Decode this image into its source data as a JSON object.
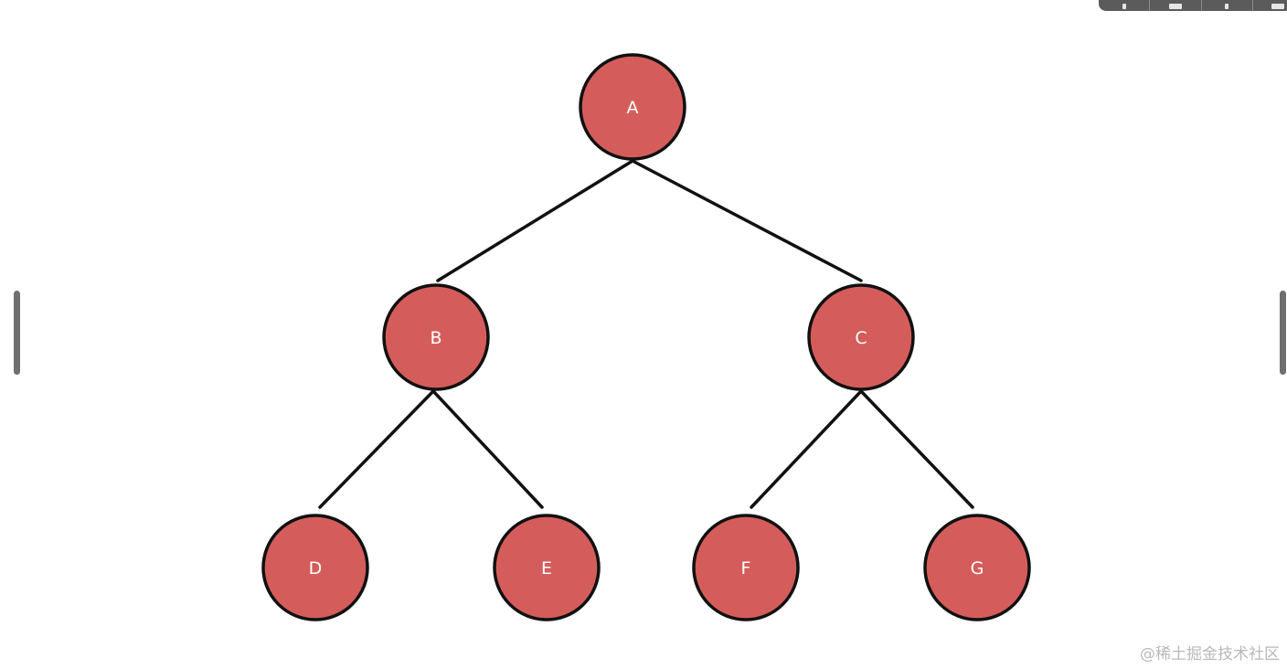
{
  "diagram": {
    "type": "binary-tree",
    "nodes": [
      {
        "id": "A",
        "label": "A"
      },
      {
        "id": "B",
        "label": "B"
      },
      {
        "id": "C",
        "label": "C"
      },
      {
        "id": "D",
        "label": "D"
      },
      {
        "id": "E",
        "label": "E"
      },
      {
        "id": "F",
        "label": "F"
      },
      {
        "id": "G",
        "label": "G"
      }
    ],
    "edges": [
      {
        "from": "A",
        "to": "B"
      },
      {
        "from": "A",
        "to": "C"
      },
      {
        "from": "B",
        "to": "D"
      },
      {
        "from": "B",
        "to": "E"
      },
      {
        "from": "C",
        "to": "F"
      },
      {
        "from": "C",
        "to": "G"
      }
    ],
    "colors": {
      "node_fill": "#d45d5b",
      "node_stroke": "#111111",
      "label": "#ffffff",
      "edge": "#111111"
    }
  },
  "watermark": {
    "text": "@稀土掘金技术社区"
  },
  "toolbar": {
    "buttons": [
      "prev-icon",
      "slide-icon",
      "info-icon",
      "more-icon"
    ]
  }
}
